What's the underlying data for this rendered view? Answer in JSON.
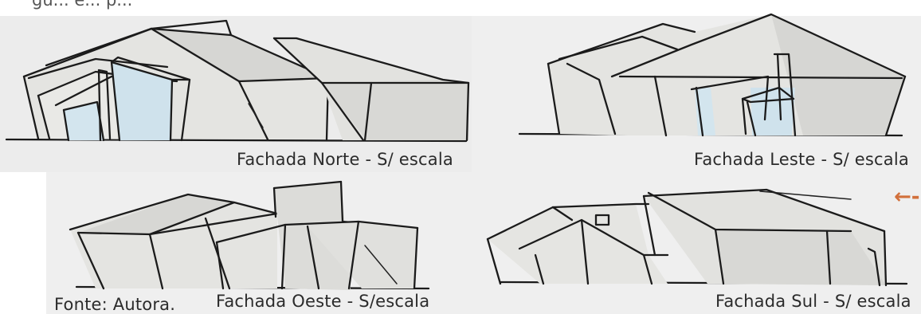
{
  "header_fragment": "gu... e... p...",
  "captions": {
    "norte": "Fachada Norte - S/ escala",
    "leste": "Fachada Leste - S/ escala",
    "oeste": "Fachada Oeste - S/escala",
    "sul": "Fachada Sul - S/ escala",
    "source": "Fonte: Autora."
  },
  "arrow_mark": "←--",
  "colors": {
    "ink": "#1b1b1b",
    "paper": "#ebeaea",
    "shade_light": "#e6e6e3",
    "shade_mid": "#d3d3d0",
    "shade_dark": "#bdbdba",
    "glass_blue": "#cfe3ee",
    "accent_arrow": "#d2703b"
  }
}
